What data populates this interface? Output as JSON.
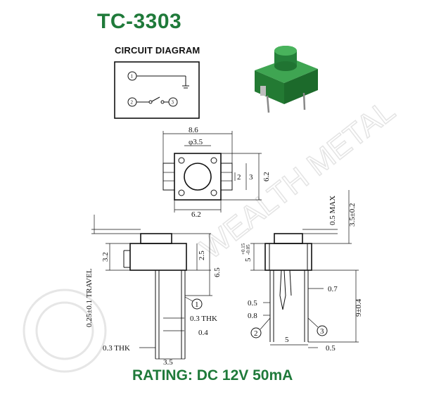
{
  "title": "TC-3303",
  "circuit_diagram": {
    "heading": "CIRCUIT DIAGRAM",
    "pins": [
      "1",
      "2",
      "3"
    ]
  },
  "dimensions": {
    "width_86": "8.6",
    "diameter_35": "φ3.5",
    "d_2": "2",
    "d_3": "3",
    "d_62_side": "6.2",
    "d_62_bottom": "6.2",
    "d_32": "3.2",
    "travel": "0.25±0.1 TRAVEL",
    "d_25": "2.5",
    "d_65": "6.5",
    "d_03_thk_a": "0.3 THK",
    "d_04": "0.4",
    "d_03_thk_b": "0.3 THK",
    "d_35_bottom": "3.5",
    "d_05_max": "0.5 MAX",
    "d_35_pm": "3.5±0.2",
    "d_5_tol_main": "5",
    "d_5_tol_sup": "+0.15",
    "d_5_tol_sub": "-0.05",
    "d_07": "0.7",
    "d_05_a": "0.5",
    "d_08": "0.8",
    "d_9_pm": "9±0.4",
    "d_5_bottom": "5",
    "d_05_b": "0.5"
  },
  "callouts": {
    "pin1": "1",
    "pin2": "2",
    "pin3": "3"
  },
  "watermark": {
    "text": "WEALTH METAL"
  },
  "rating": "RATING: DC 12V 50mA",
  "colors": {
    "brand_green": "#1f7a3a",
    "component_green": "#2e8b3e"
  }
}
